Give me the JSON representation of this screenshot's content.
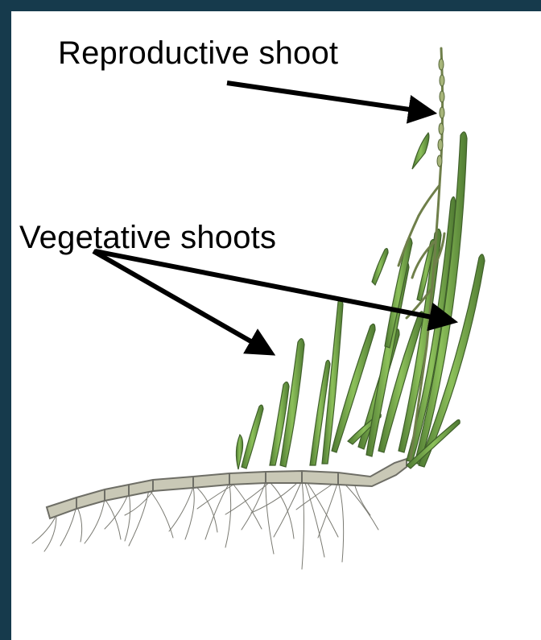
{
  "labels": {
    "reproductive": "Reproductive shoot",
    "vegetative": "Vegetative shoots"
  },
  "colors": {
    "frame": "#163a4c",
    "background": "#ffffff",
    "arrow": "#000000",
    "leaf_light": "#79b348",
    "leaf_dark": "#4f7a32",
    "rhizome": "#b7b6a4",
    "root": "#777770"
  },
  "icons": {
    "arrow": "arrow-icon",
    "plant": "seagrass-plant-illustration"
  }
}
